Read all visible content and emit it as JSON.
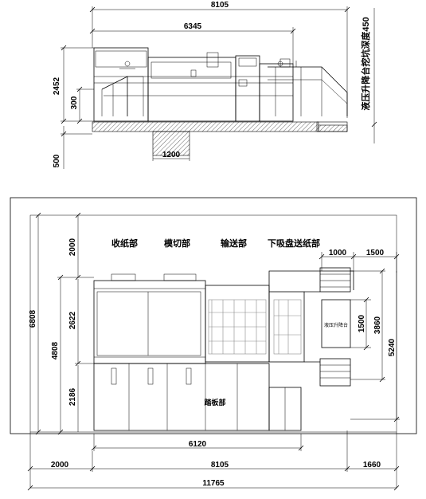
{
  "side_view": {
    "dims": {
      "total_length": "8105",
      "machine_length": "6345",
      "height": "2452",
      "pit_height": "300",
      "pit_depth": "500",
      "pit_width": "1200"
    },
    "vertical_note": "液压升降台挖坑深度450"
  },
  "plan_view": {
    "section_labels": {
      "delivery": "收纸部",
      "die_cutting": "模切部",
      "transfer": "输送部",
      "feeder": "下吸盘送纸部",
      "stripping": "踏板部",
      "lift_platform": "液压升降台"
    },
    "dims": {
      "top_clearance": "2000",
      "feeder_offset": "1000",
      "feeder_width": "1500",
      "overall_width": "6808",
      "machine_width": "4808",
      "upper_width": "2622",
      "lower_width": "2186",
      "platform_width": "1500",
      "feeder_depth": "3860",
      "feeder_total": "5240",
      "stripping_length": "6120",
      "left_clearance": "2000",
      "machine_length": "8105",
      "right_clearance": "1660",
      "overall_length": "11765"
    }
  }
}
